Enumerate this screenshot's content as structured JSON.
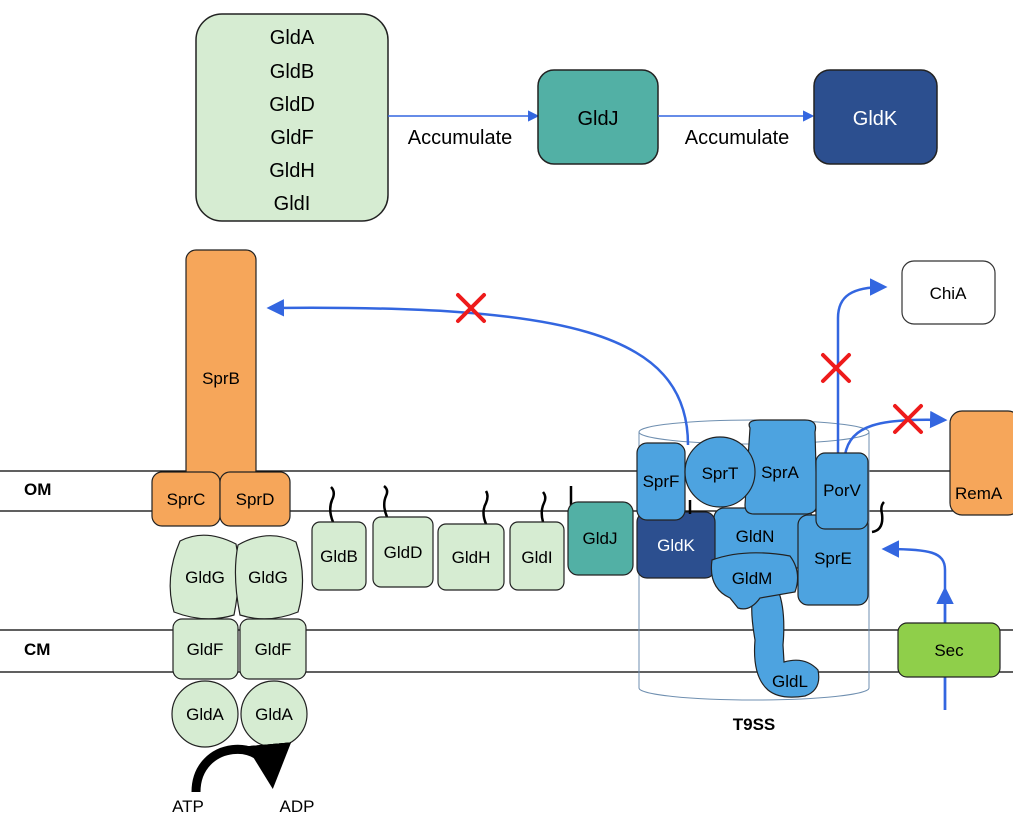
{
  "colors": {
    "light_green": "#d6ecd2",
    "teal": "#52b0a5",
    "dark_blue": "#2c4f8f",
    "blue": "#4da3e0",
    "orange": "#f6a65a",
    "sec_green": "#8fcf4a",
    "arrow_blue": "#3366e0",
    "block_red": "#ee1b1b"
  },
  "pathway": {
    "early_group": [
      "GldA",
      "GldB",
      "GldD",
      "GldF",
      "GldH",
      "GldI"
    ],
    "step1_label": "Accumulate",
    "middle": "GldJ",
    "step2_label": "Accumulate",
    "final": "GldK"
  },
  "membranes": {
    "outer": "OM",
    "inner": "CM"
  },
  "adhesin": {
    "sprB": "SprB",
    "sprC": "SprC",
    "sprD": "SprD",
    "gldG_left": "GldG",
    "gldG_right": "GldG",
    "gldF_left": "GldF",
    "gldF_right": "GldF",
    "gldA_left": "GldA",
    "gldA_right": "GldA",
    "atp": "ATP",
    "adp": "ADP"
  },
  "lipoproteins": [
    "GldB",
    "GldD",
    "GldH",
    "GldI"
  ],
  "gldJ": "GldJ",
  "t9ss": {
    "label": "T9SS",
    "sprF": "SprF",
    "sprT": "SprT",
    "sprA": "SprA",
    "porV": "PorV",
    "gldK": "GldK",
    "gldN": "GldN",
    "sprE": "SprE",
    "gldM": "GldM",
    "gldL": "GldL"
  },
  "secreted": {
    "chiA": "ChiA",
    "remA": "RemA"
  },
  "sec": "Sec"
}
